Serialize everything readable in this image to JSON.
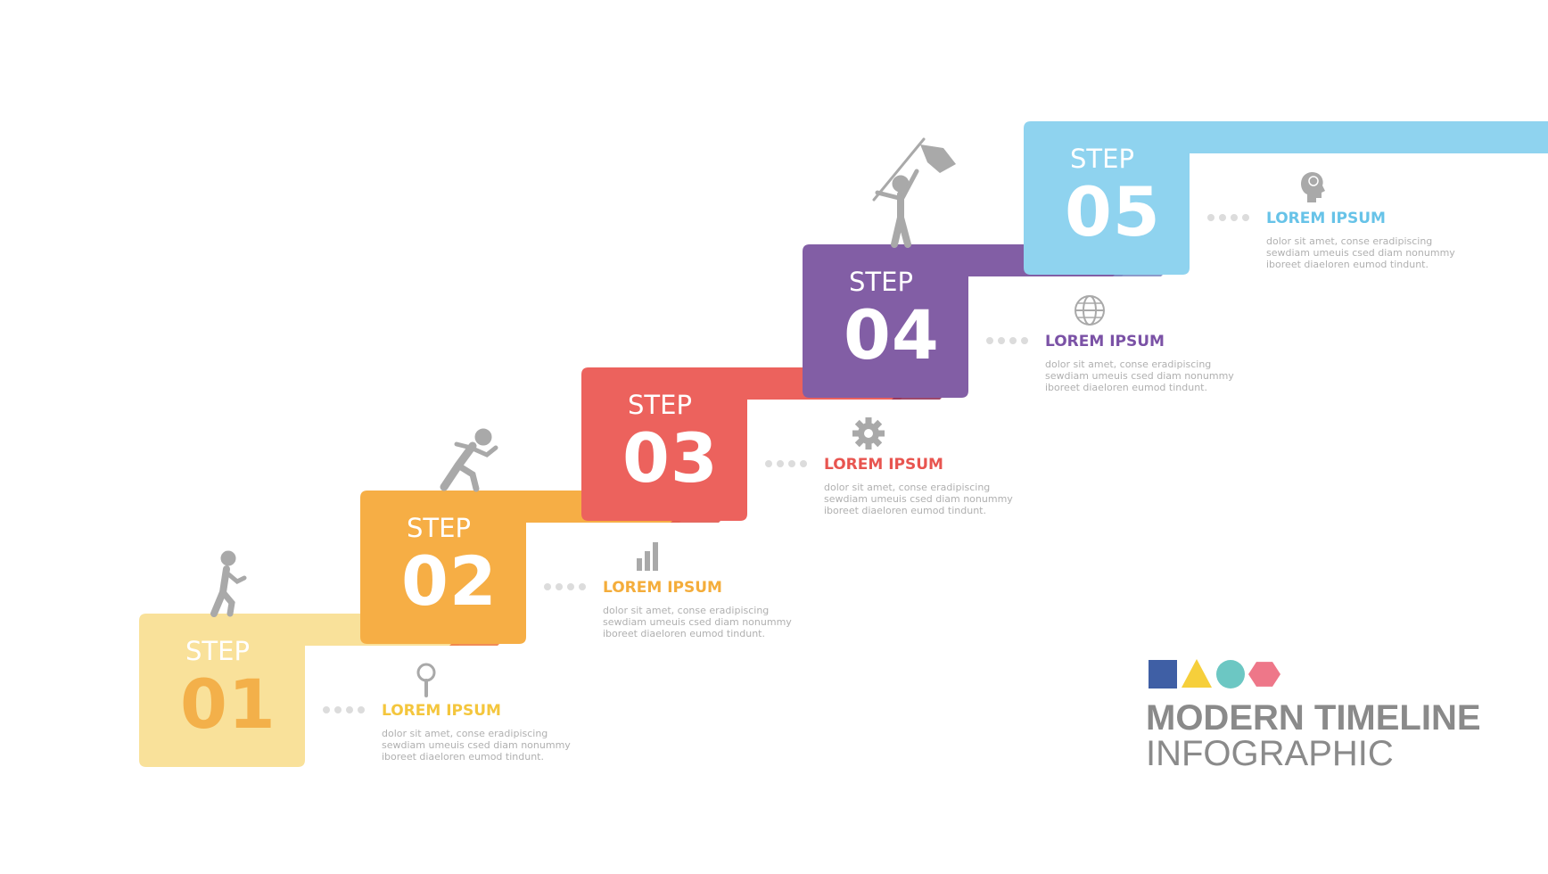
{
  "steps": [
    {
      "label": "STEP",
      "number": "01",
      "title": "LOREM IPSUM",
      "desc": [
        "dolor sit amet, conse eradipiscing",
        "sewdiam umeuis csed diam nonummy",
        "iboreet diaeloren eumod tindunt."
      ],
      "color": "#f9e19a",
      "number_color": "#f3b04a",
      "label_color": "#ffffff",
      "arrow": "#f07e45",
      "title_color": "#f4c63d",
      "icon": "magnifier-icon",
      "figure": "walking-person-icon"
    },
    {
      "label": "STEP",
      "number": "02",
      "title": "LOREM IPSUM",
      "desc": [
        "dolor sit amet, conse eradipiscing",
        "sewdiam umeuis csed diam nonummy",
        "iboreet diaeloren eumod tindunt."
      ],
      "color": "#f6ae45",
      "number_color": "#ffffff",
      "label_color": "#ffffff",
      "arrow": "#e1584e",
      "title_color": "#f4ad3b",
      "icon": "bar-chart-icon",
      "figure": "running-person-icon"
    },
    {
      "label": "STEP",
      "number": "03",
      "title": "LOREM IPSUM",
      "desc": [
        "dolor sit amet, conse eradipiscing",
        "sewdiam umeuis csed diam nonummy",
        "iboreet diaeloren eumod tindunt."
      ],
      "color": "#ec625d",
      "number_color": "#ffffff",
      "label_color": "#ffffff",
      "arrow": "#94355a",
      "title_color": "#e85550",
      "icon": "gear-icon",
      "figure": ""
    },
    {
      "label": "STEP",
      "number": "04",
      "title": "LOREM IPSUM",
      "desc": [
        "dolor sit amet, conse eradipiscing",
        "sewdiam umeuis csed diam nonummy",
        "iboreet diaeloren eumod tindunt."
      ],
      "color": "#825ea5",
      "number_color": "#ffffff",
      "label_color": "#ffffff",
      "arrow": "#7f8fc4",
      "title_color": "#7b52a6",
      "icon": "globe-icon",
      "figure": "flag-person-icon"
    },
    {
      "label": "STEP",
      "number": "05",
      "title": "LOREM IPSUM",
      "desc": [
        "dolor sit amet, conse eradipiscing",
        "sewdiam umeuis csed diam nonummy",
        "iboreet diaeloren eumod tindunt."
      ],
      "color": "#8fd3ef",
      "number_color": "#ffffff",
      "label_color": "#ffffff",
      "arrow": "",
      "title_color": "#67c3e8",
      "icon": "head-brain-icon",
      "figure": ""
    }
  ],
  "brand": {
    "title": "MODERN TIMELINE",
    "subtitle": "INFOGRAPHIC",
    "shapes": [
      {
        "shape": "square",
        "color": "#3f5fa5"
      },
      {
        "shape": "triangle",
        "color": "#f6cf3b"
      },
      {
        "shape": "circle",
        "color": "#6cc7c3"
      },
      {
        "shape": "hexagon",
        "color": "#ee7789"
      }
    ]
  },
  "colors": {
    "icon_gray": "#a9a9a9",
    "dot_gray": "#dcdcdc"
  }
}
